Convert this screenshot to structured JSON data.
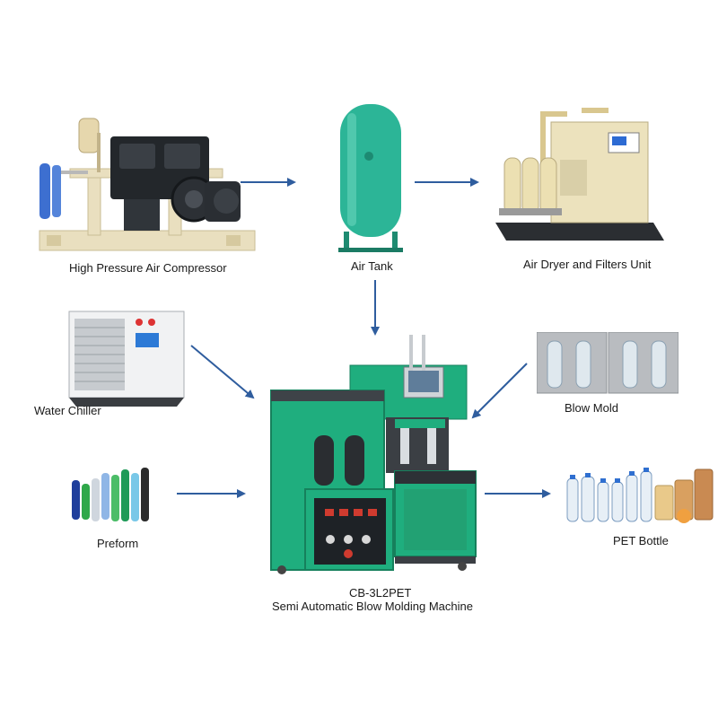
{
  "labels": {
    "compressor": "High Pressure Air Compressor",
    "tank": "Air Tank",
    "dryer": "Air Dryer and Filters Unit",
    "chiller": "Water Chiller",
    "mold": "Blow Mold",
    "preform": "Preform",
    "bottle": "PET Bottle",
    "machine_model": "CB-3L2PET",
    "machine_name": "Semi Automatic Blow Molding Machine"
  },
  "colors": {
    "arrow": "#2f5d9e",
    "machine_green": "#1fae7e",
    "tank_green": "#2cb597",
    "compressor_frame": "#e9dfbf",
    "dryer_beige": "#ece2bd",
    "chiller_white": "#f1f2f3",
    "dark": "#2a2d31"
  }
}
